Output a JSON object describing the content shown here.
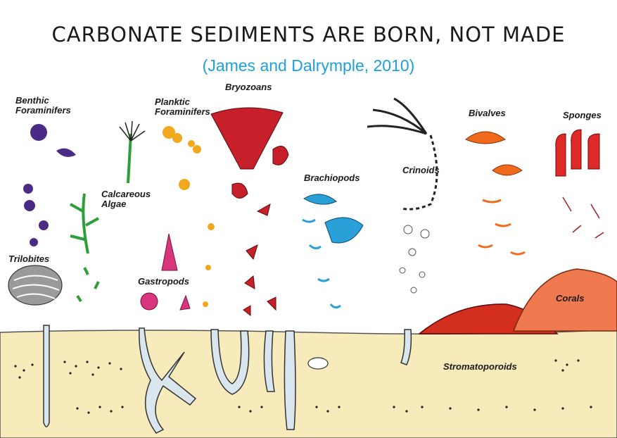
{
  "title": "CARBONATE SEDIMENTS ARE BORN, NOT MADE",
  "citation": "(James and Dalrymple, 2010)",
  "labels": {
    "benthic_foraminifers": "Benthic Foraminifers",
    "planktic_foraminifers": "Planktic Foraminifers",
    "bryozoans": "Bryozoans",
    "bivalves": "Bivalves",
    "sponges": "Sponges",
    "crinoids": "Crinoids",
    "brachiopods": "Brachiopods",
    "calcareous_algae": "Calcareous Algae",
    "trilobites": "Trilobites",
    "gastropods": "Gastropods",
    "corals": "Corals",
    "stromatoporoids": "Stromatoporoids"
  },
  "colors": {
    "sediment": "#f7eabb",
    "trilobite": "#9a9a9a",
    "benthic": "#4b2a86",
    "algae": "#2e9e3a",
    "planktic": "#f2a81c",
    "gastropod": "#d8357e",
    "bryozoan": "#c8202a",
    "brachiopod": "#2aa0d8",
    "crinoid": "#222222",
    "bivalve": "#f06a1c",
    "sponge": "#e02a2a",
    "stromatoporoid": "#d42e1e",
    "coral": "#ef7a50",
    "citation": "#1ea0e0"
  }
}
